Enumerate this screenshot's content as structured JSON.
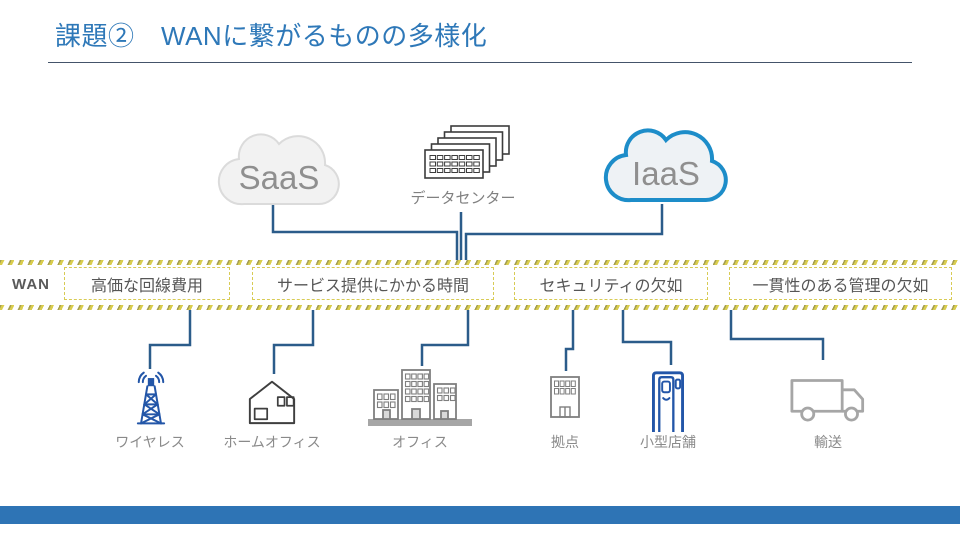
{
  "slide": {
    "title": "課題②　WANに繋がるものの多様化"
  },
  "clouds": {
    "saas_label": "SaaS",
    "iaas_label": "IaaS",
    "datacenter_label": "データセンター"
  },
  "wan": {
    "label": "WAN",
    "issues": [
      {
        "text": "高価な回線費用"
      },
      {
        "text": "サービス提供にかかる時間"
      },
      {
        "text": "セキュリティの欠如"
      },
      {
        "text": "一貫性のある管理の欠如"
      }
    ]
  },
  "endpoints": [
    {
      "label": "ワイヤレス",
      "icon": "radio-tower-icon"
    },
    {
      "label": "ホームオフィス",
      "icon": "home-house-icon"
    },
    {
      "label": "オフィス",
      "icon": "office-buildings-icon"
    },
    {
      "label": "拠点",
      "icon": "branch-building-icon"
    },
    {
      "label": "小型店舗",
      "icon": "store-door-icon"
    },
    {
      "label": "輸送",
      "icon": "delivery-truck-icon"
    }
  ],
  "colors": {
    "title_blue": "#2E78B8",
    "connector_blue": "#2B5C8A",
    "iaas_outline_blue": "#1D8DC9",
    "endpoint_blue": "#2356A8",
    "wan_dash_yellow": "#D9CD4E",
    "text_dark_gray": "#595959",
    "label_gray": "#8A8A8A",
    "footer_bar_blue": "#2E74B5"
  }
}
